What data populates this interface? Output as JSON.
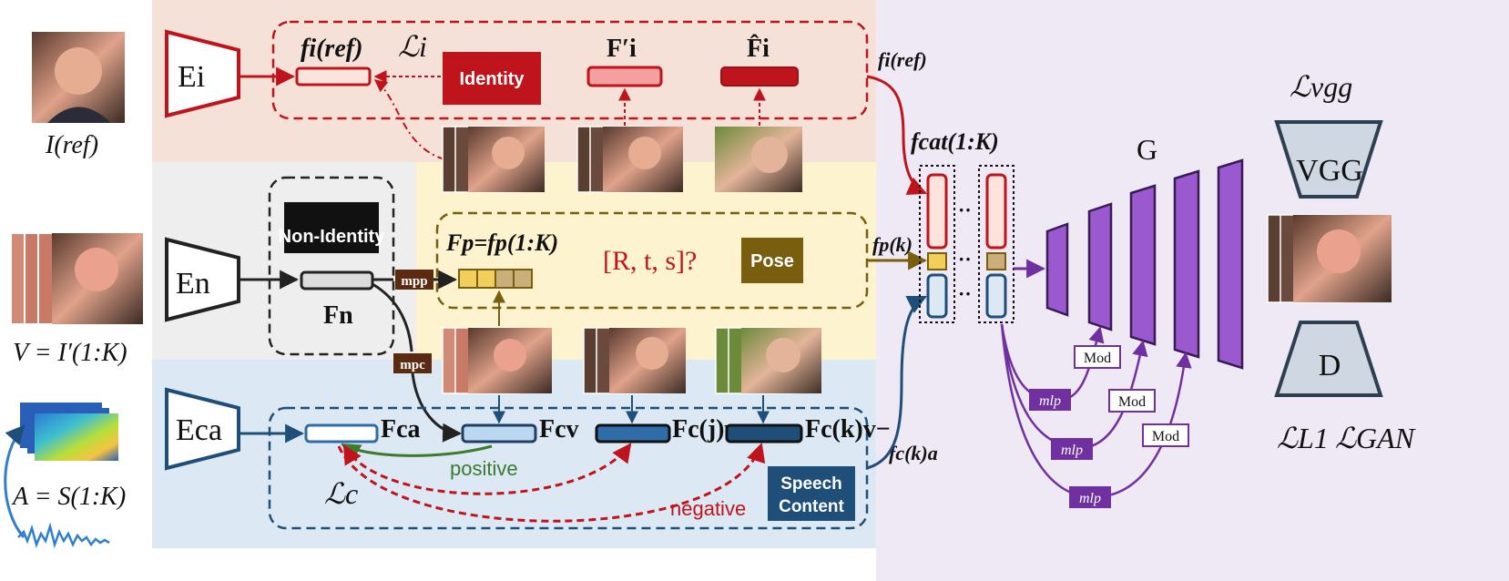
{
  "colors": {
    "identity_red": "#c0141c",
    "identity_bg": "#f6e1d8",
    "pose_bg": "#fdf3cf",
    "pose_brown": "#7a5e10",
    "pose_yellow": "#f2cf5a",
    "speech_bg": "#dce8f4",
    "speech_blue": "#1f4e79",
    "speech_light": "#bcd7f0",
    "neutral_bg": "#eeeeee",
    "generator_bg": "#efe8f5",
    "generator_purple": "#7030a0",
    "mp_brown": "#5a2a12",
    "positive_green": "#3d7a2c",
    "negative_red": "#c0141c"
  },
  "icons": {
    "reference_photo": "photo-icon",
    "video_frames": "video-frames-icon",
    "spectrogram": "spectrogram-icon",
    "waveform": "waveform-icon"
  },
  "inputs": {
    "ref_label": "I(ref)",
    "video_label": "V = I′(1:K)",
    "audio_label": "A = S(1:K)"
  },
  "encoders": {
    "identity": "Ei",
    "non_identity": "En",
    "content": "Eca"
  },
  "identity_branch": {
    "feature_ref": "fi(ref)",
    "loss": "ℒi",
    "tag": "Identity",
    "feature_prime": "F′i",
    "feature_hat": "F̂i"
  },
  "non_identity_branch": {
    "tag": "Non-Identity",
    "feature": "Fn",
    "mp_pose": "mpp",
    "mp_content": "mpc"
  },
  "pose_branch": {
    "feature": "Fp=fp(1:K)",
    "question": "[R, t, s]?",
    "tag": "Pose"
  },
  "content_branch": {
    "feature_audio": "Fca",
    "feature_video": "Fcv",
    "feature_neg_j": "Fc(j)v−",
    "feature_neg_k": "Fc(k)v−",
    "positive": "positive",
    "negative": "negative",
    "loss": "ℒc",
    "tag_line1": "Speech",
    "tag_line2": "Content"
  },
  "concat": {
    "title": "fcat(1:K)",
    "in_identity": "fi(ref)",
    "in_pose": "fp(k)",
    "in_content": "fc(k)a",
    "dots": "··"
  },
  "generator": {
    "label": "G",
    "mod": "Mod",
    "mlp": "mlp"
  },
  "losses": {
    "vgg_loss": "ℒvgg",
    "vgg": "VGG",
    "disc": "D",
    "l1": "ℒL1",
    "gan": "ℒGAN"
  }
}
